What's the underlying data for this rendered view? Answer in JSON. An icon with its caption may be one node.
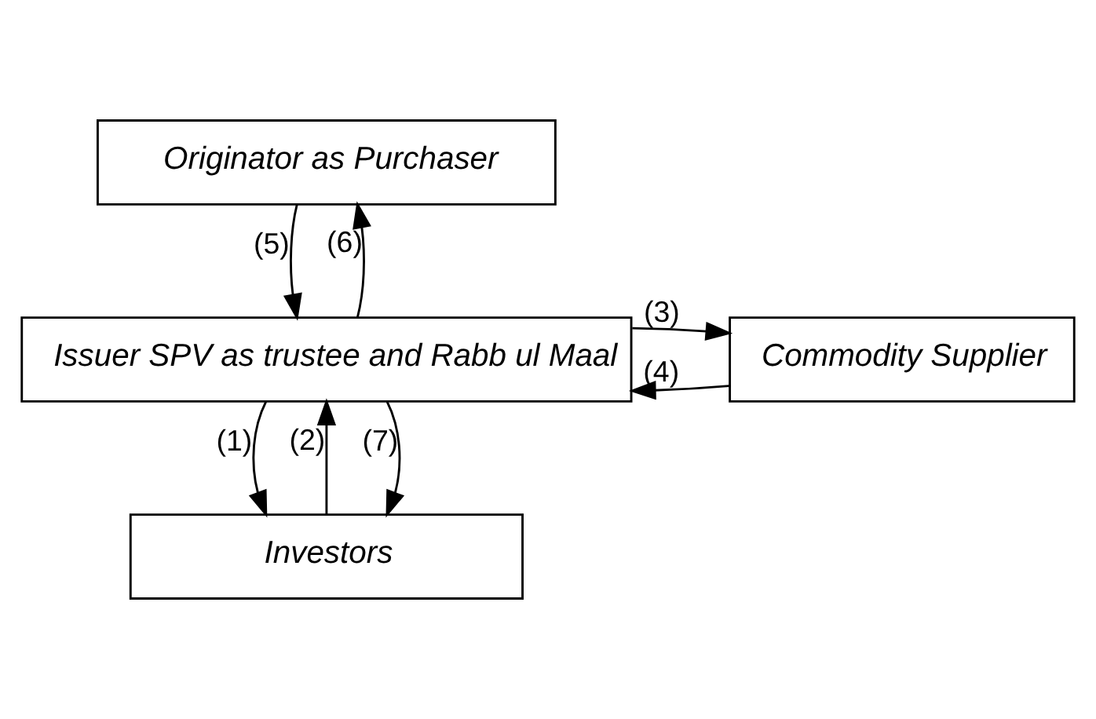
{
  "diagram": {
    "nodes": [
      {
        "text": [
          "Originator as Purchaser"
        ]
      },
      {
        "text": [
          "Issuer SPV as trustee and Rabb ul Maal"
        ]
      },
      {
        "text": [
          "Commodity Supplier"
        ]
      },
      {
        "text": [
          "Investors"
        ]
      }
    ],
    "edges": [
      {
        "from": 0,
        "to": 1,
        "arrow": "to",
        "label": "(5)"
      },
      {
        "from": 1,
        "to": 0,
        "arrow": "to",
        "label": "(6)"
      },
      {
        "from": 2,
        "to": 1,
        "arrow": "to",
        "label": "(4)"
      },
      {
        "from": 1,
        "to": 2,
        "arrow": "to",
        "label": "(3)"
      },
      {
        "from": 1,
        "to": 3,
        "arrow": "to",
        "label": "(1)"
      },
      {
        "from": 3,
        "to": 1,
        "arrow": "to",
        "label": "(2)"
      },
      {
        "from": 1,
        "to": 3,
        "arrow": "to",
        "label": "(7)"
      }
    ]
  }
}
